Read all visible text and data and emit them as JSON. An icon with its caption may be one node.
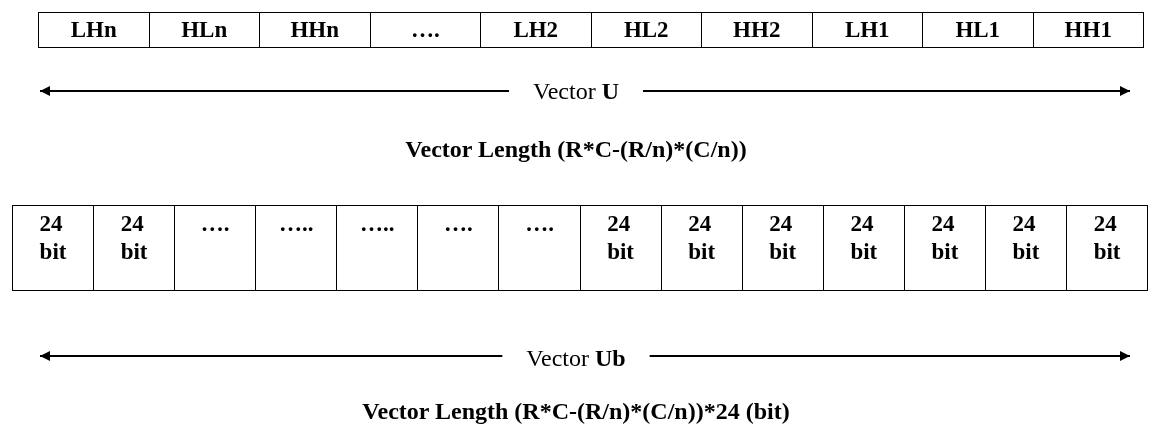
{
  "diagram": {
    "labels": [
      "LHn",
      "HLn",
      "HHn",
      "….",
      "LH2",
      "HL2",
      "HH2",
      "LH1",
      "HL1",
      "HH1",
      "Vector **U**",
      "Vector Length (R*C-(R/n)*(C/n))",
      "24 bit",
      "24 bit",
      "….",
      "…..",
      "…..",
      "….",
      "….",
      "24 bit",
      "24 bit",
      "24 bit",
      "24 bit",
      "24 bit",
      "24 bit",
      "24 bit",
      "Vector **Ub**",
      "Vector Length (R*C-(R/n)*(C/n))*24 (bit)"
    ]
  }
}
